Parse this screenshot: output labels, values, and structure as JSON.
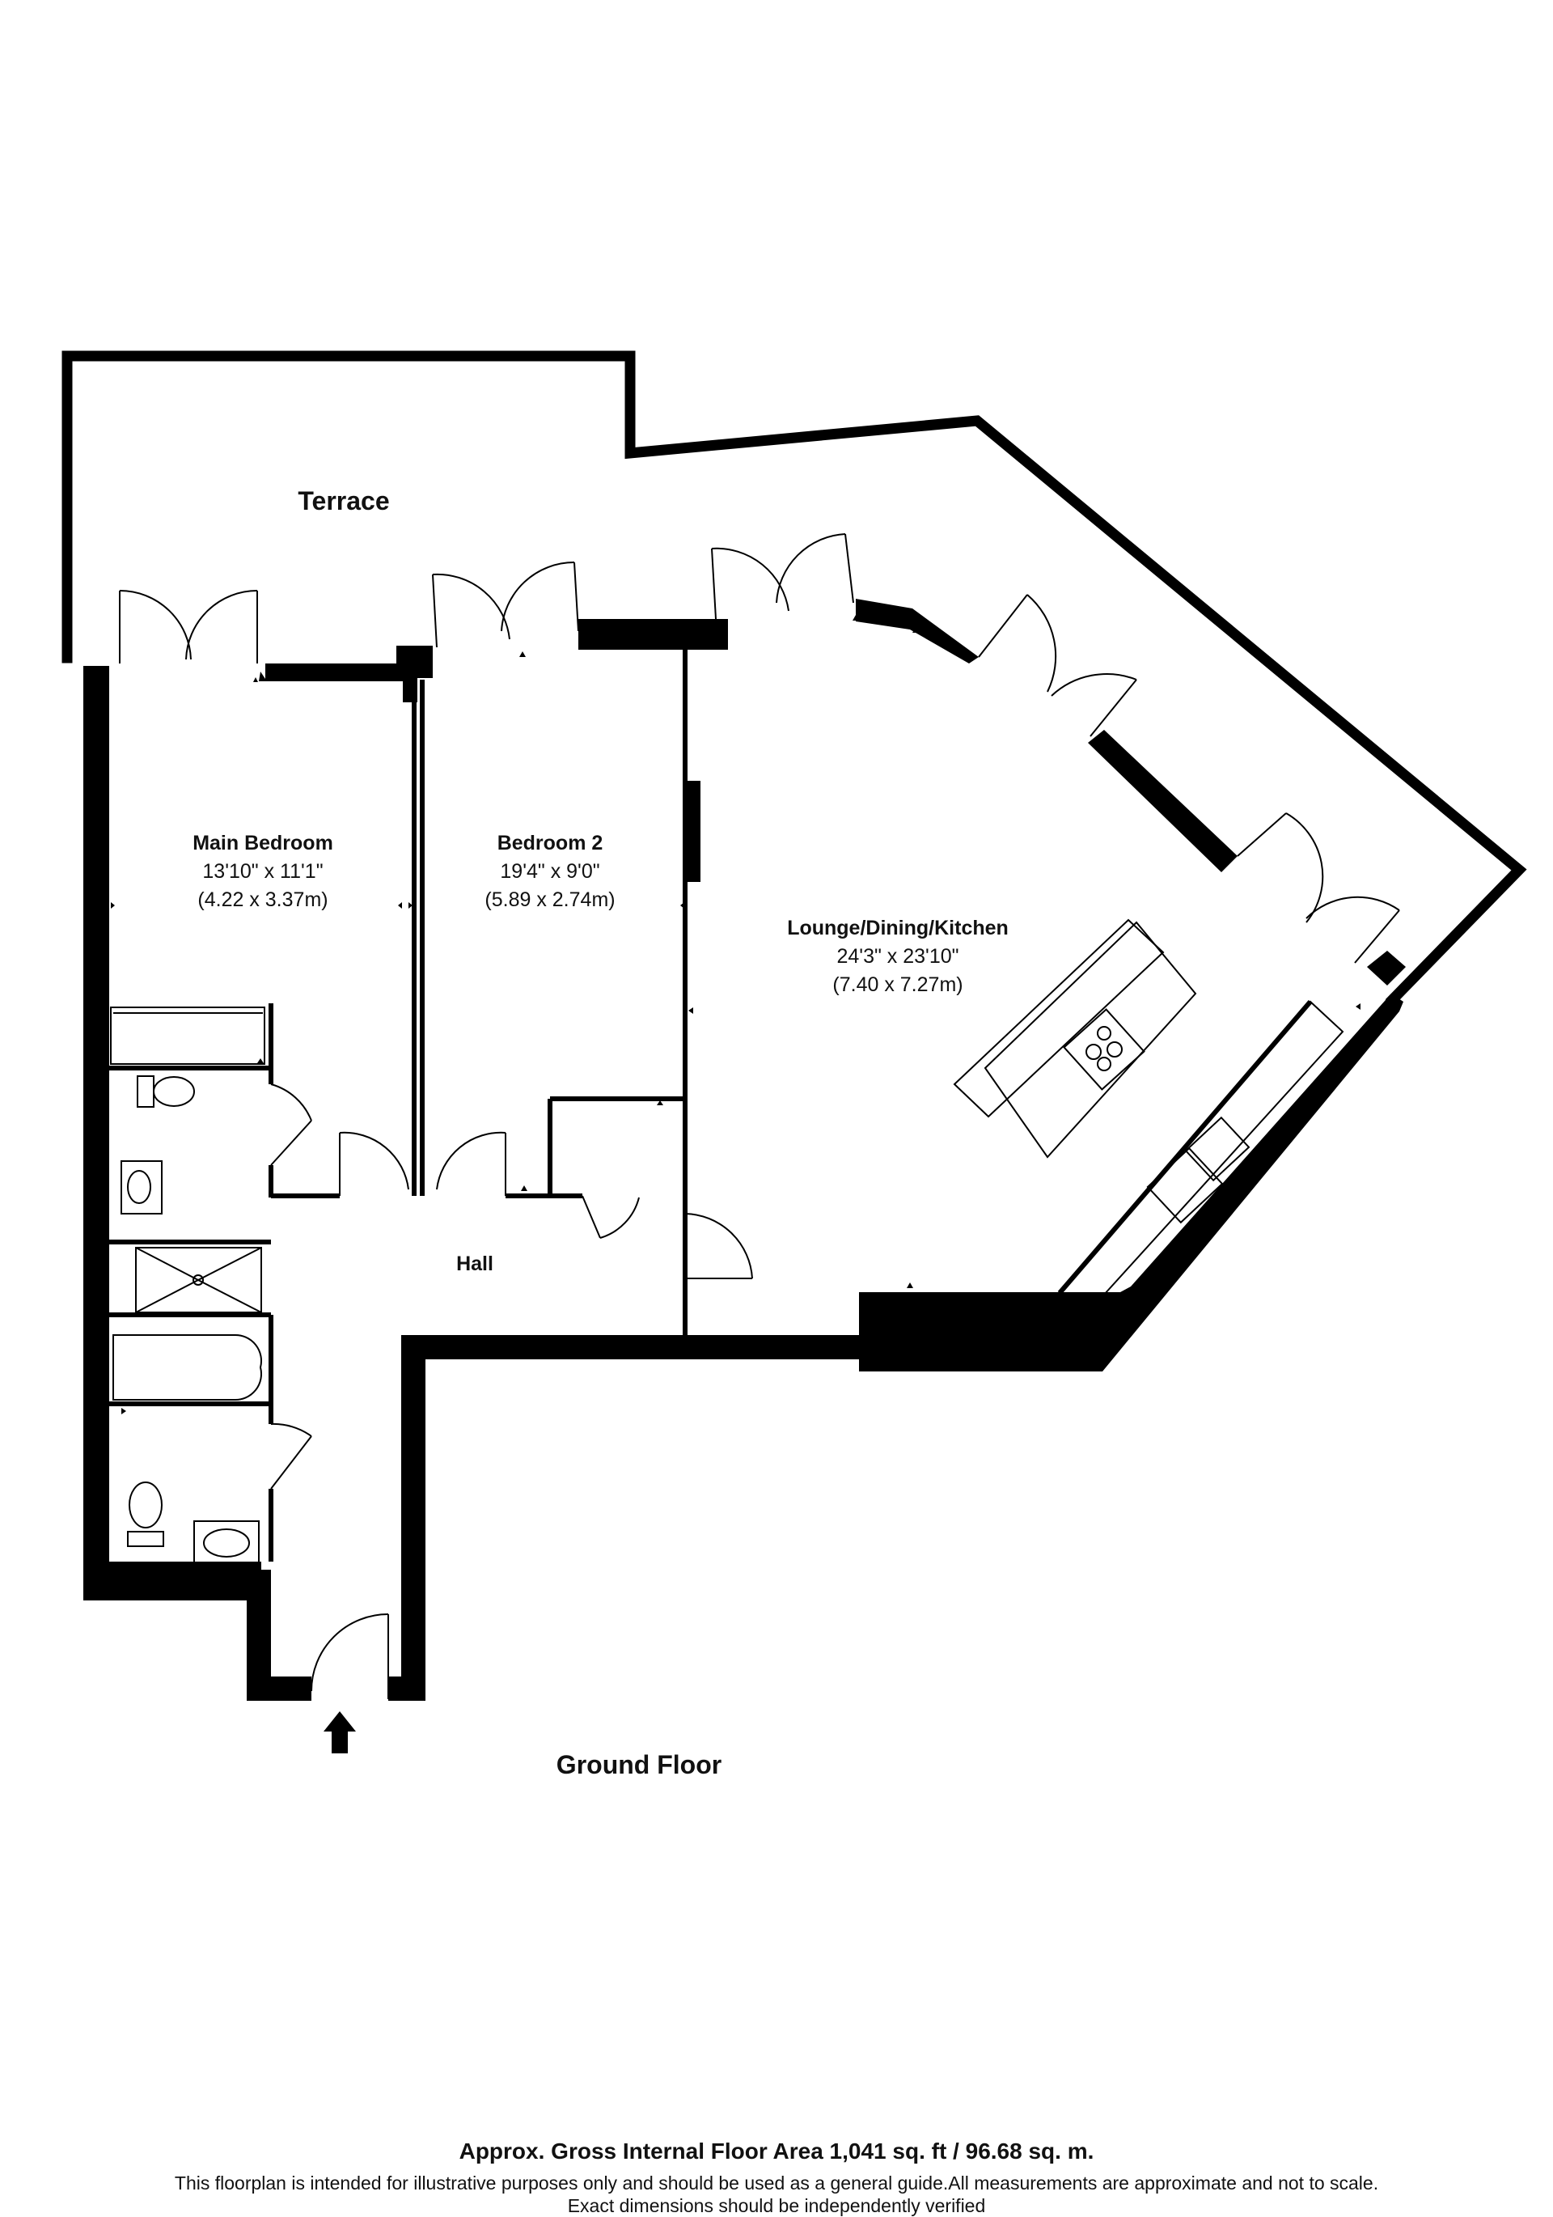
{
  "plan": {
    "floor_label": "Ground Floor",
    "rooms": {
      "terrace": {
        "name": "Terrace"
      },
      "main_bedroom": {
        "name": "Main Bedroom",
        "imperial": "13'10\" x 11'1\"",
        "metric": "(4.22 x 3.37m)"
      },
      "bedroom_2": {
        "name": "Bedroom 2",
        "imperial": "19'4\" x 9'0\"",
        "metric": "(5.89 x 2.74m)"
      },
      "lounge": {
        "name": "Lounge/Dining/Kitchen",
        "imperial": "24'3\" x 23'10\"",
        "metric": "(7.40 x 7.27m)"
      },
      "hall": {
        "name": "Hall"
      }
    }
  },
  "footer": {
    "area": "Approx. Gross Internal Floor Area 1,041 sq. ft / 96.68 sq. m.",
    "disclaimer": "This floorplan is intended for illustrative purposes only and should be used as a general guide.All measurements are approximate and not to scale.",
    "verify": "Exact dimensions should be independently verified"
  }
}
